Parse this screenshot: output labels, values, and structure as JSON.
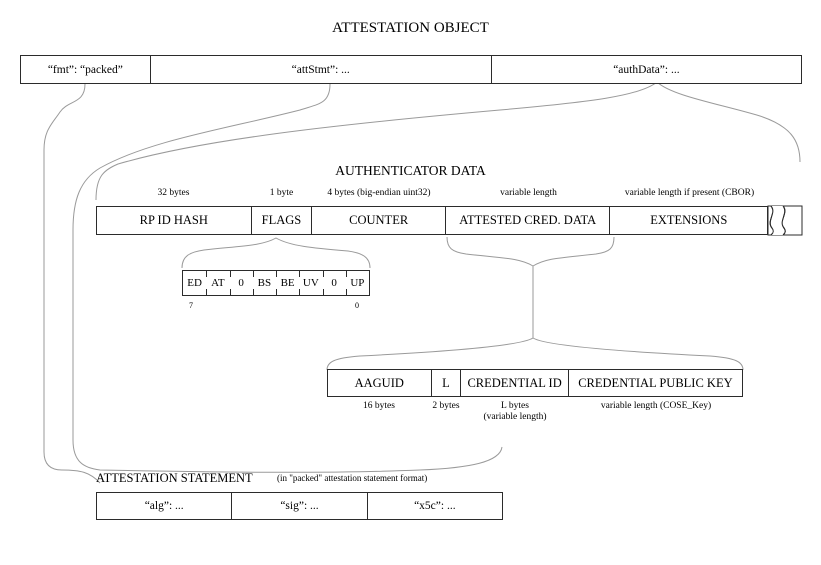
{
  "diagram": {
    "title": "ATTESTATION OBJECT"
  },
  "attestation_object": {
    "title": "ATTESTATION OBJECT",
    "fields": [
      {
        "label": "“fmt”: “packed”"
      },
      {
        "label": "“attStmt”: ..."
      },
      {
        "label": "“authData”: ..."
      }
    ]
  },
  "authenticator_data": {
    "title": "AUTHENTICATOR DATA",
    "fields": [
      {
        "label": "RP ID HASH",
        "size": "32 bytes"
      },
      {
        "label": "FLAGS",
        "size": "1 byte"
      },
      {
        "label": "COUNTER",
        "size": "4 bytes (big-endian uint32)"
      },
      {
        "label": "ATTESTED CRED. DATA",
        "size": "variable length"
      },
      {
        "label": "EXTENSIONS",
        "size": "variable length if present (CBOR)"
      }
    ]
  },
  "flags_byte": {
    "bits": [
      "ED",
      "AT",
      "0",
      "BS",
      "BE",
      "UV",
      "0",
      "UP"
    ],
    "high_bit_index": "7",
    "low_bit_index": "0"
  },
  "attested_credential_data": {
    "fields": [
      {
        "label": "AAGUID",
        "size": "16 bytes",
        "size2": ""
      },
      {
        "label": "L",
        "size": "2 bytes",
        "size2": ""
      },
      {
        "label": "CREDENTIAL ID",
        "size": "L bytes",
        "size2": "(variable length)"
      },
      {
        "label": "CREDENTIAL PUBLIC KEY",
        "size": "variable length (COSE_Key)",
        "size2": ""
      }
    ]
  },
  "attestation_statement": {
    "heading": "ATTESTATION STATEMENT",
    "note": "(in \"packed\" attestation statement format)",
    "fields": [
      {
        "label": "“alg”: ..."
      },
      {
        "label": "“sig”: ..."
      },
      {
        "label": "“x5c”: ..."
      }
    ]
  },
  "colors": {
    "box_border": "#2b2b2b",
    "brace_line": "#9a9a9a",
    "background": "#ffffff",
    "text": "#000000"
  }
}
